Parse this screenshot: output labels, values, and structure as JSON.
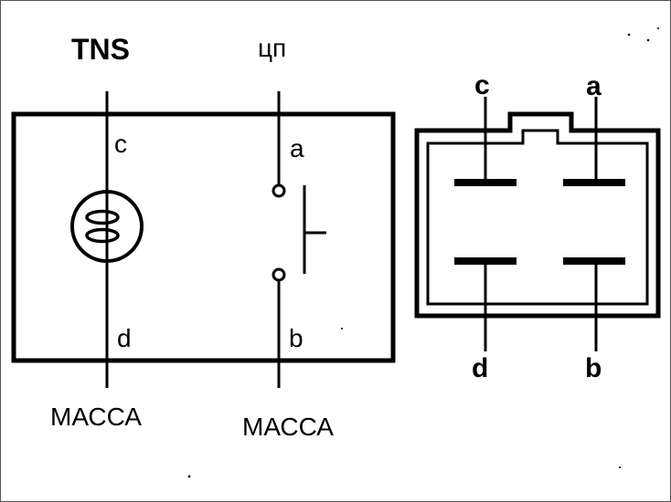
{
  "schematic": {
    "lamp_terminal_label": "TNS",
    "switch_terminal_label": "цп",
    "pin_c": "c",
    "pin_d": "d",
    "pin_a": "a",
    "pin_b": "b",
    "ground_left": "МАССА",
    "ground_right": "МАССА"
  },
  "connector": {
    "pin_c": "c",
    "pin_a": "a",
    "pin_d": "d",
    "pin_b": "b"
  }
}
